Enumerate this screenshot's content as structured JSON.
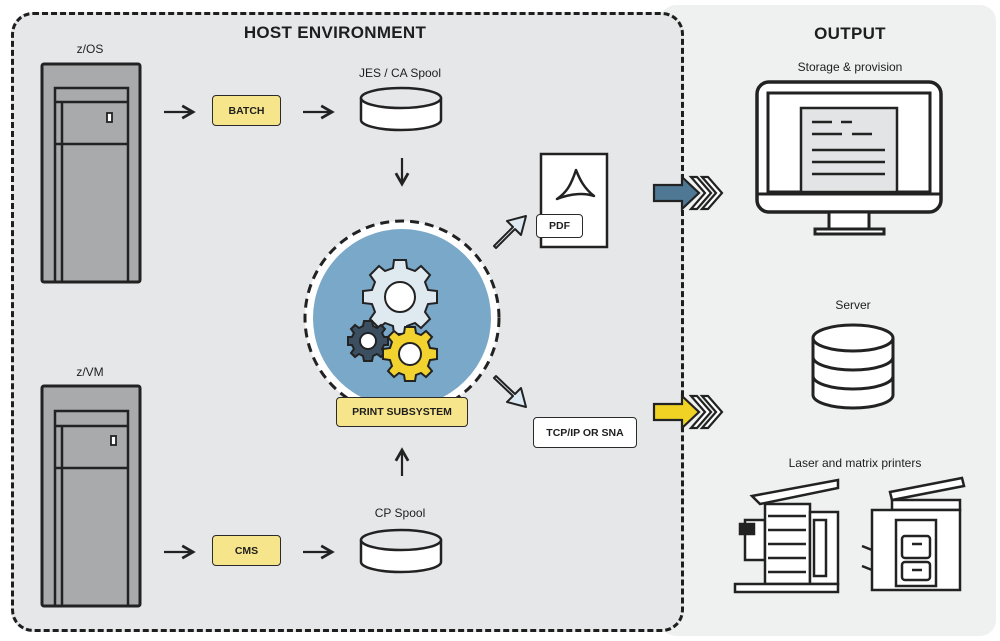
{
  "host": {
    "title": "HOST ENVIRONMENT",
    "mainframes": [
      {
        "label": "z/OS"
      },
      {
        "label": "z/VM"
      }
    ],
    "jobs": {
      "batch": "BATCH",
      "cms": "CMS"
    },
    "spools": {
      "top": "JES / CA Spool",
      "bottom": "CP Spool"
    },
    "subsystem": "PRINT SUBSYSTEM",
    "pdf": "PDF",
    "protocol": "TCP/IP OR SNA"
  },
  "output": {
    "title": "OUTPUT",
    "storage": "Storage & provision",
    "server": "Server",
    "printers": "Laser and matrix printers"
  },
  "colors": {
    "host_bg": "#e6e7e9",
    "output_bg": "#eff0f0",
    "tag_yellow": "#f7e58b",
    "circle_blue": "#7aa8c8",
    "gear_light": "#dfe9f0",
    "gear_dark": "#3c4f61",
    "gear_yellow": "#f1d22e",
    "chevron_blue": "#4e7894",
    "chevron_yellow": "#efd224",
    "mainframe_gray": "#a9aaac"
  },
  "icons": [
    "mainframe-icon",
    "database-icon",
    "gear-icon",
    "pdf-document-icon",
    "monitor-icon",
    "server-icon",
    "printer-icon",
    "arrow-icon",
    "chevron-arrow-icon"
  ]
}
